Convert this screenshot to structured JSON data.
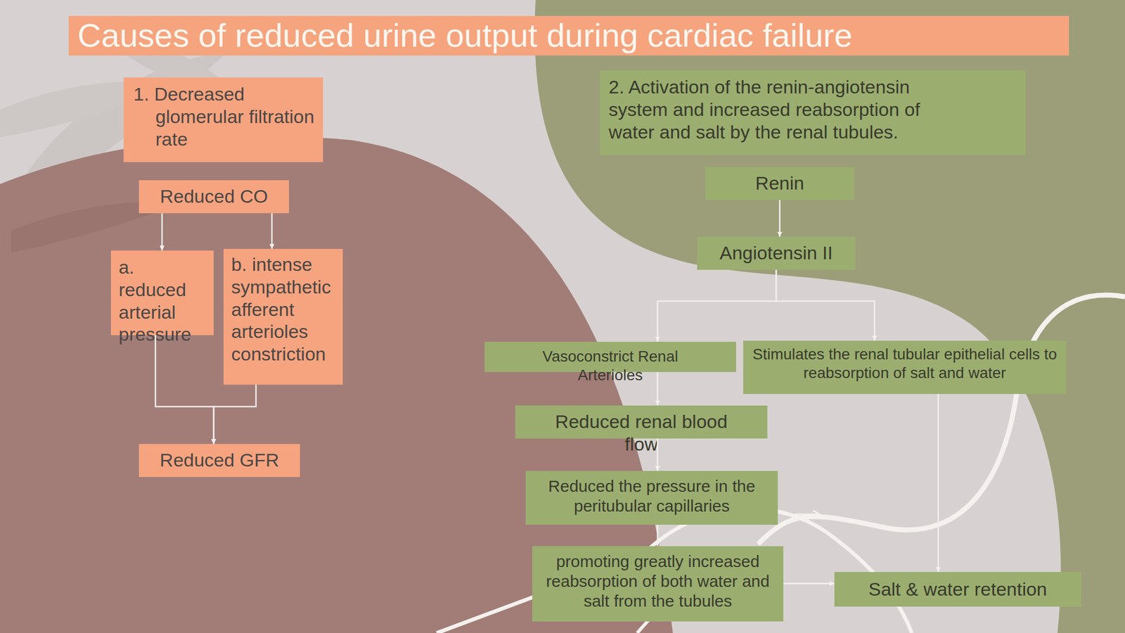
{
  "diagram": {
    "title": "Causes of reduced urine output during cardiac failure",
    "nodes": [
      {
        "text": [
          "1. Decreased glomerular filtration rate"
        ]
      },
      {
        "text": [
          "Reduced CO"
        ]
      },
      {
        "text": [
          "a. reduced arterial pressure"
        ]
      },
      {
        "text": [
          "b. intense sympathetic afferent arterioles constriction"
        ]
      },
      {
        "text": [
          "Reduced GFR"
        ]
      },
      {
        "text": [
          "2. Activation of the renin-angiotensin system and increased reabsorption of water and salt by the renal tubules."
        ]
      },
      {
        "text": [
          "Renin"
        ]
      },
      {
        "text": [
          "Angiotensin II"
        ]
      },
      {
        "text": [
          "Vasoconstrict Renal Arterioles"
        ]
      },
      {
        "text": [
          "Stimulates the renal tubular epithelial cells to reabsorption of salt and water"
        ]
      },
      {
        "text": [
          "Reduced renal blood flow"
        ]
      },
      {
        "text": [
          "Reduced the pressure in the peritubular capillaries"
        ]
      },
      {
        "text": [
          "promoting greatly increased reabsorption of both water and salt from the tubules"
        ]
      },
      {
        "text": [
          "Salt & water retention"
        ]
      }
    ],
    "edges": [
      {
        "from": 1,
        "to": 2,
        "arrow": "to"
      },
      {
        "from": 1,
        "to": 3,
        "arrow": "to"
      },
      {
        "from": 2,
        "to": 4,
        "arrow": "to"
      },
      {
        "from": 3,
        "to": 4,
        "arrow": "to"
      },
      {
        "from": 6,
        "to": 7,
        "arrow": "to"
      },
      {
        "from": 7,
        "to": 8,
        "arrow": "to"
      },
      {
        "from": 7,
        "to": 9,
        "arrow": "to"
      },
      {
        "from": 8,
        "to": 10,
        "arrow": "to"
      },
      {
        "from": 10,
        "to": 11,
        "arrow": "to"
      },
      {
        "from": 11,
        "to": 12,
        "arrow": "to"
      },
      {
        "from": 12,
        "to": 13,
        "arrow": "to"
      },
      {
        "from": 9,
        "to": 13,
        "arrow": "to"
      }
    ]
  }
}
